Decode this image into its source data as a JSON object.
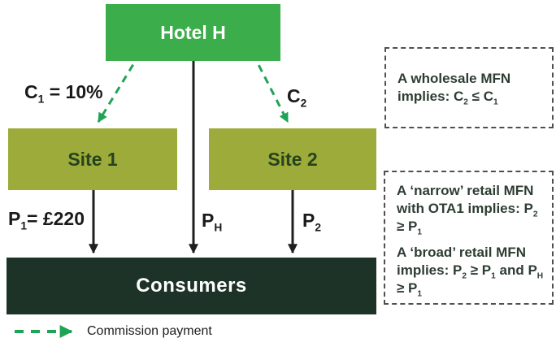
{
  "colors": {
    "hotel-green": "#3bad4b",
    "site-olive": "#9dab3b",
    "site-text": "#26431d",
    "consumers-dark": "#1e3327",
    "commission-green": "#1fa356",
    "arrow-black": "#1f1f1f",
    "note-border": "#4f4f4f",
    "note-text": "#2e3d33",
    "label-text": "#1a1a1a"
  },
  "nodes": {
    "hotel": "Hotel H",
    "site1": "Site 1",
    "site2": "Site 2",
    "consumers": "Consumers"
  },
  "edge_labels": {
    "c1": [
      {
        "t": "C"
      },
      {
        "t": "1",
        "s": true
      },
      {
        "t": " = 10%"
      }
    ],
    "c2": [
      {
        "t": "C"
      },
      {
        "t": "2",
        "s": true
      }
    ],
    "p1": [
      {
        "t": "P"
      },
      {
        "t": "1",
        "s": true
      },
      {
        "t": "= £220"
      }
    ],
    "ph": [
      {
        "t": "P"
      },
      {
        "t": "H",
        "s": true
      }
    ],
    "p2": [
      {
        "t": "P"
      },
      {
        "t": "2",
        "s": true
      }
    ]
  },
  "notes": {
    "wholesale": [
      {
        "t": "A wholesale MFN implies: C"
      },
      {
        "t": "2",
        "s": true
      },
      {
        "t": " ≤ C"
      },
      {
        "t": "1",
        "s": true
      }
    ],
    "narrow": [
      {
        "t": "A ‘narrow’ retail MFN with OTA1 implies: P"
      },
      {
        "t": "2",
        "s": true
      },
      {
        "t": " ≥ P"
      },
      {
        "t": "1",
        "s": true
      }
    ],
    "broad": [
      {
        "t": "A ‘broad’ retail MFN implies: P"
      },
      {
        "t": "2",
        "s": true
      },
      {
        "t": " ≥ P"
      },
      {
        "t": "1",
        "s": true
      },
      {
        "t": " and P"
      },
      {
        "t": "H",
        "s": true
      },
      {
        "t": " ≥ P"
      },
      {
        "t": "1",
        "s": true
      }
    ]
  },
  "legend": {
    "label": "Commission payment"
  }
}
